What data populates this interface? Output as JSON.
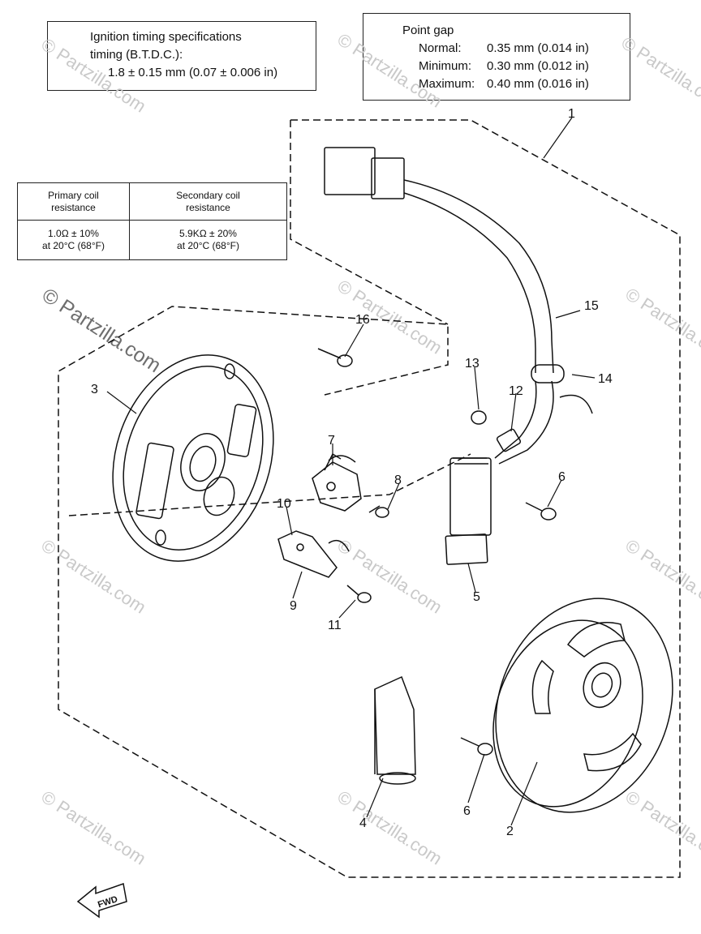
{
  "spec_box": {
    "line1": "Ignition timing specifications",
    "line2": "timing (B.T.D.C.):",
    "line3": "1.8 ±  0.15 mm (0.07  ±  0.006 in)"
  },
  "point_gap": {
    "title": "Point gap",
    "rows": [
      {
        "label": "Normal:",
        "value": "0.35 mm (0.014 in)"
      },
      {
        "label": "Minimum:",
        "value": "0.30 mm (0.012 in)"
      },
      {
        "label": "Maximum:",
        "value": "0.40 mm (0.016 in)"
      }
    ]
  },
  "resistance_table": {
    "primary_header_1": "Primary coil",
    "primary_header_2": "resistance",
    "secondary_header_1": "Secondary coil",
    "secondary_header_2": "resistance",
    "primary_value_1": "1.0Ω ± 10%",
    "primary_value_2": "at 20°C (68°F)",
    "secondary_value_1": "5.9KΩ ± 20%",
    "secondary_value_2": "at 20°C (68°F)"
  },
  "callouts": [
    "1",
    "2",
    "3",
    "4",
    "5",
    "6",
    "6",
    "7",
    "8",
    "9",
    "10",
    "11",
    "12",
    "13",
    "14",
    "15",
    "16"
  ],
  "fwd_label": "FWD",
  "watermark": "© Partzilla.com"
}
